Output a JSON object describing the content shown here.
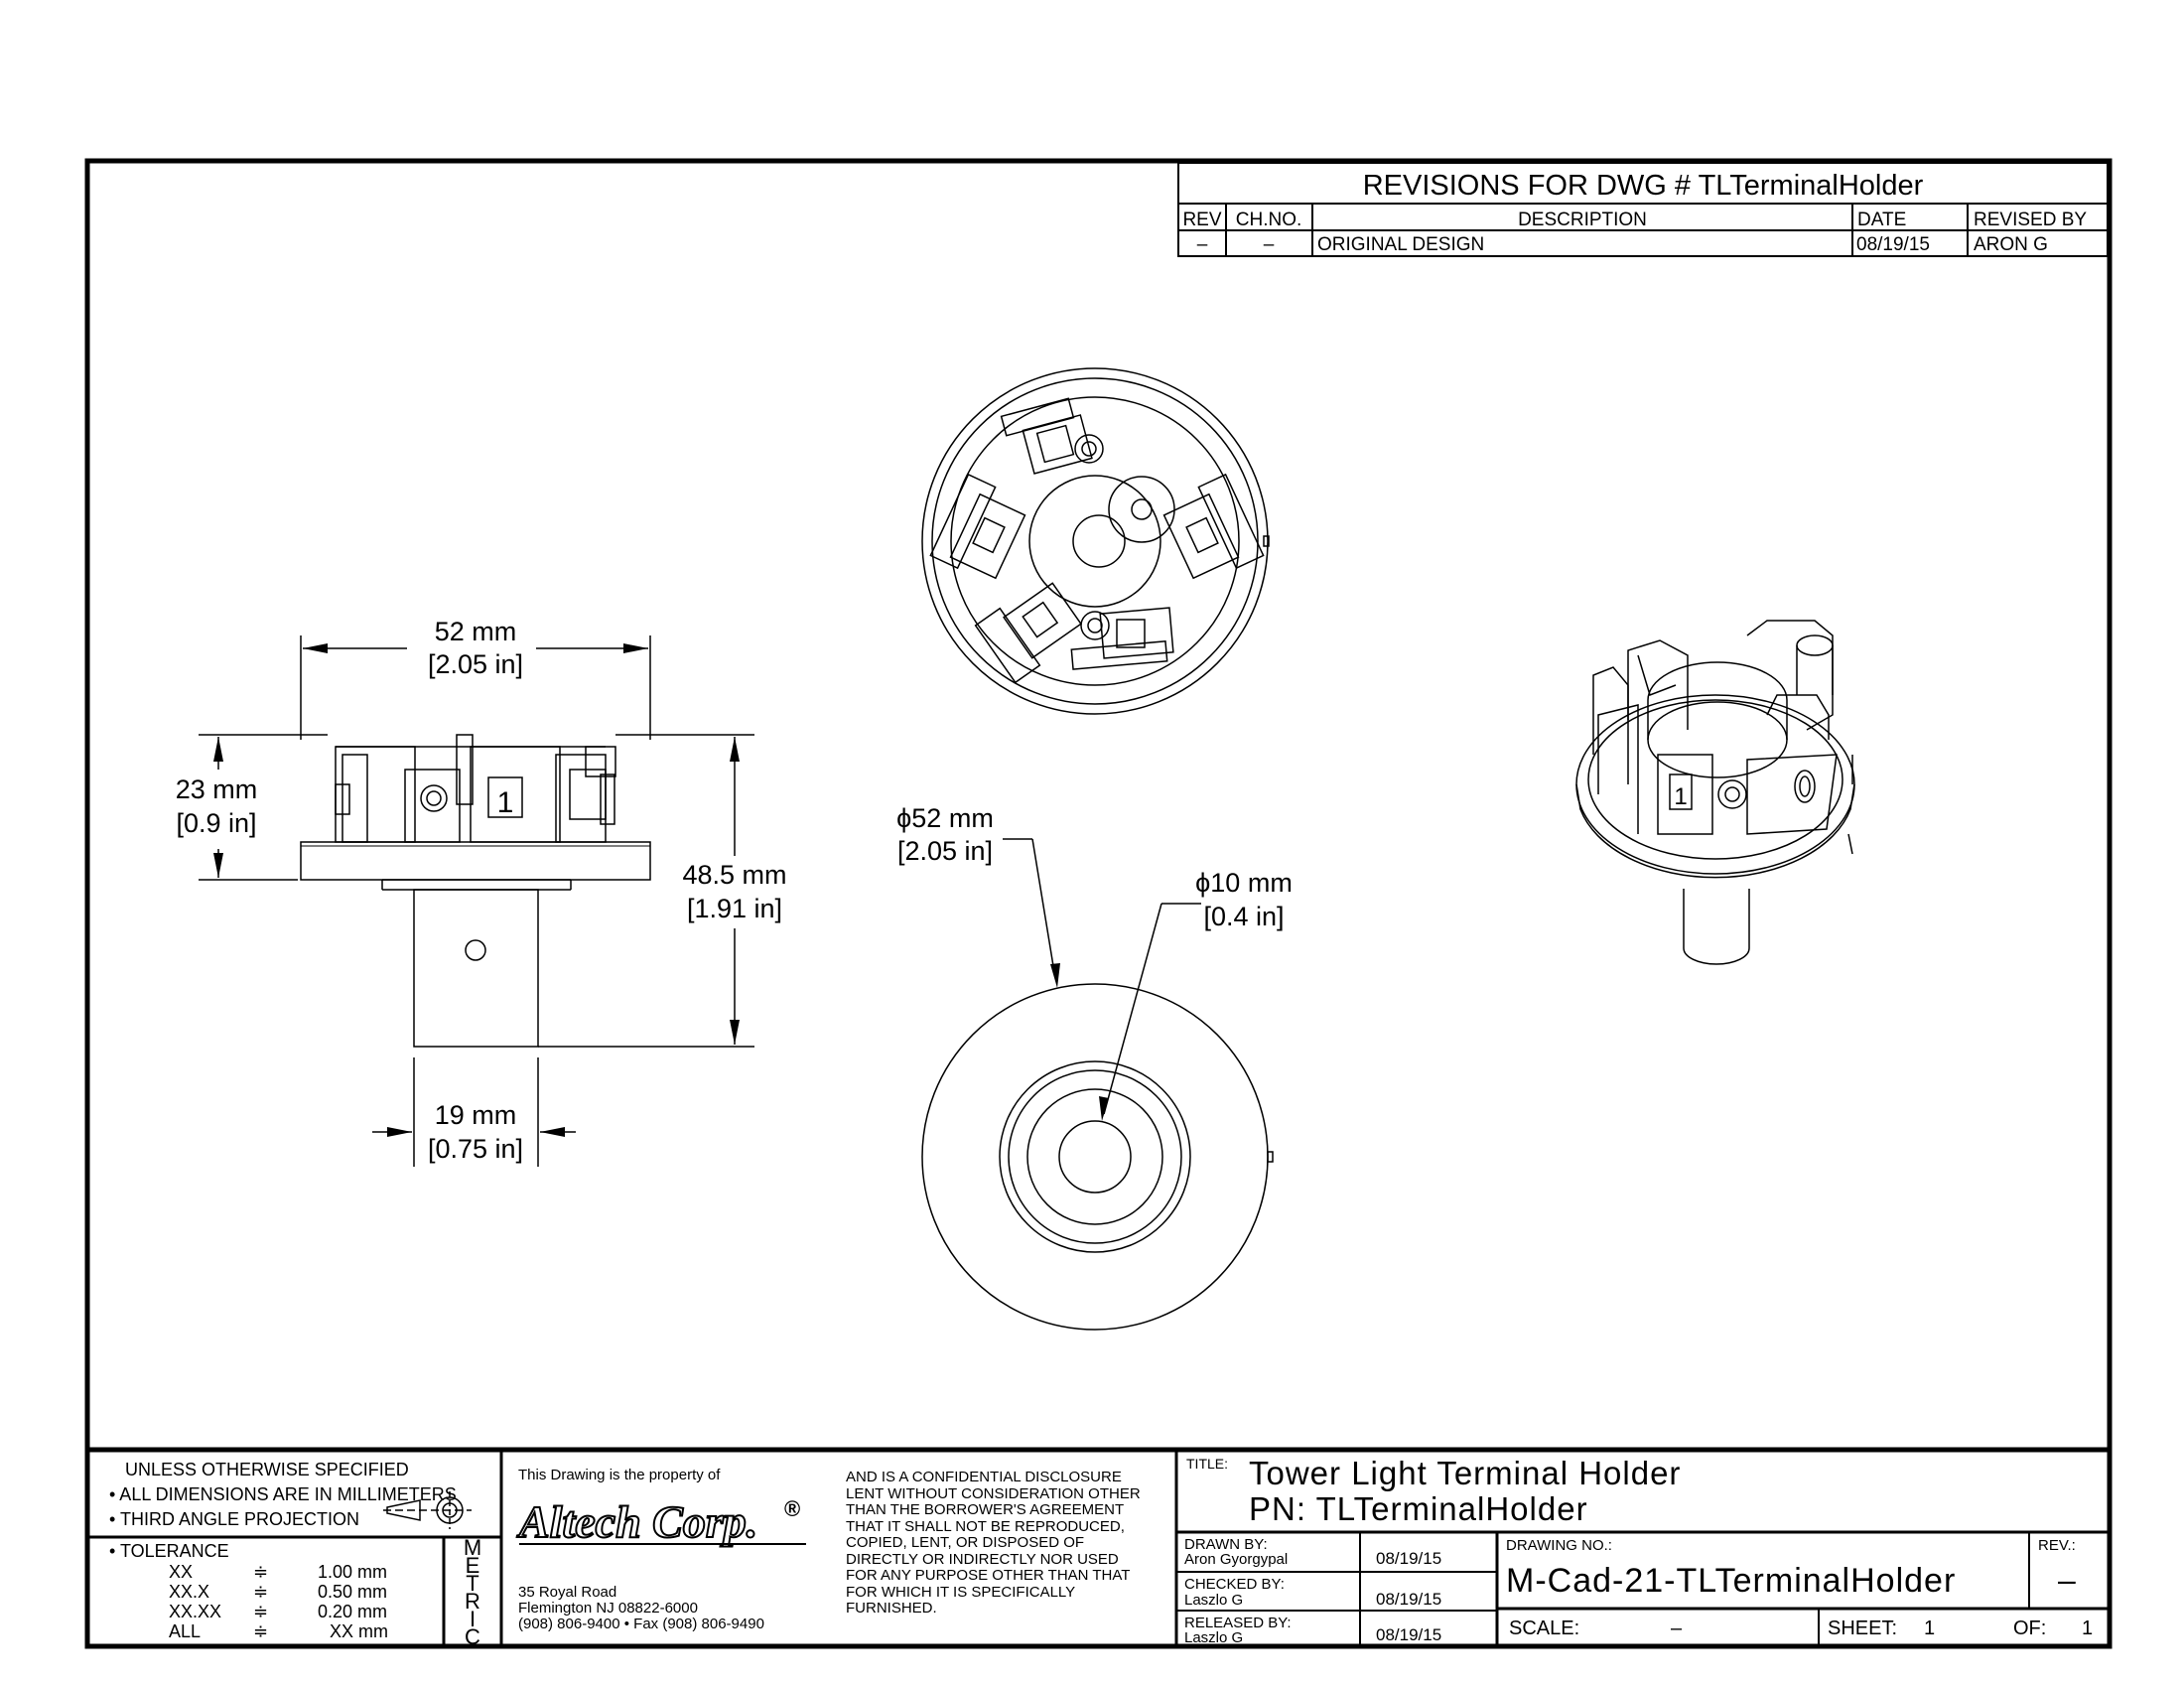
{
  "revisions": {
    "title": "REVISIONS FOR DWG # TLTerminalHolder",
    "headers": {
      "rev": "REV",
      "chno": "CH.NO.",
      "description": "DESCRIPTION",
      "date": "DATE",
      "revised_by": "REVISED BY"
    },
    "rows": [
      {
        "rev": "–",
        "chno": "–",
        "description": "ORIGINAL DESIGN",
        "date": "08/19/15",
        "revised_by": "ARON G"
      }
    ]
  },
  "dimensions": {
    "width_mm": "52 mm",
    "width_in": "[2.05 in]",
    "base_h_mm": "23 mm",
    "base_h_in": "[0.9 in]",
    "total_h_mm": "48.5 mm",
    "total_h_in": "[1.91 in]",
    "shaft_mm": "19 mm",
    "shaft_in": "[0.75 in]",
    "dia_outer_mm": "ϕ52 mm",
    "dia_outer_in": "[2.05 in]",
    "dia_inner_mm": "ϕ10 mm",
    "dia_inner_in": "[0.4 in]"
  },
  "notes": {
    "line1": "UNLESS OTHERWISE SPECIFIED",
    "line2": "• ALL DIMENSIONS ARE IN MILLIMETERS",
    "line3": "• THIRD ANGLE PROJECTION",
    "tolerance_title": "• TOLERANCE",
    "tolerances": [
      {
        "k": "XX",
        "sym": "≑",
        "v": "1.00 mm"
      },
      {
        "k": "XX.X",
        "sym": "≑",
        "v": "0.50 mm"
      },
      {
        "k": "XX.XX",
        "sym": "≑",
        "v": "0.20 mm"
      },
      {
        "k": "ALL",
        "sym": "≑",
        "v": "XX mm"
      }
    ],
    "metric": [
      "M",
      "E",
      "T",
      "R",
      "I",
      "C"
    ]
  },
  "company": {
    "property": "This Drawing is the property of",
    "name": "Altech Corp.",
    "reg": "®",
    "address1": "35 Royal Road",
    "address2": "Flemington NJ 08822-6000",
    "phone": "(908) 806-9400 • Fax (908) 806-9490",
    "confidential": [
      "AND IS A CONFIDENTIAL DISCLOSURE",
      "LENT WITHOUT CONSIDERATION OTHER",
      "THAN THE BORROWER'S AGREEMENT",
      "THAT IT SHALL NOT BE REPRODUCED,",
      "COPIED, LENT, OR DISPOSED OF",
      "DIRECTLY OR INDIRECTLY NOR USED",
      "FOR ANY PURPOSE OTHER THAN THAT",
      "FOR WHICH IT IS SPECIFICALLY",
      "FURNISHED."
    ]
  },
  "title_block": {
    "title_label": "TITLE:",
    "title": "Tower Light Terminal Holder",
    "pn": "PN: TLTerminalHolder",
    "drawn_label": "DRAWN BY:",
    "drawn_name": "Aron Gyorgypal",
    "drawn_date": "08/19/15",
    "checked_label": "CHECKED BY:",
    "checked_name": "Laszlo G",
    "checked_date": "08/19/15",
    "released_label": "RELEASED BY:",
    "released_name": "Laszlo G",
    "released_date": "08/19/15",
    "drawing_no_label": "DRAWING NO.:",
    "drawing_no": "M-Cad-21-TLTerminalHolder",
    "rev_label": "REV.:",
    "rev": "–",
    "scale_label": "SCALE:",
    "scale": "–",
    "sheet_label": "SHEET:",
    "sheet": "1",
    "of_label": "OF:",
    "of": "1"
  }
}
